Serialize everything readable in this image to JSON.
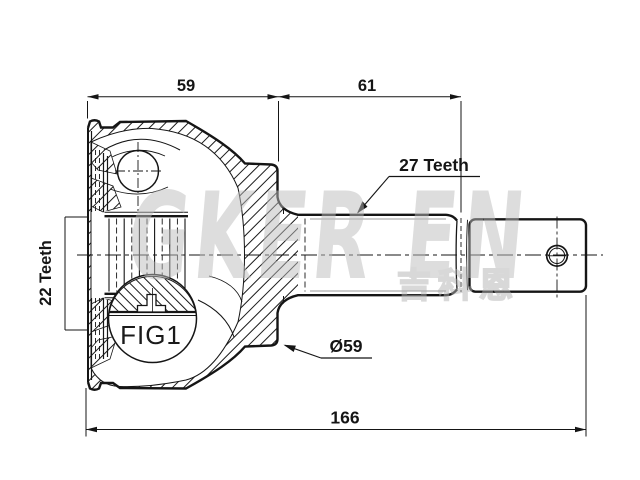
{
  "title": "CV joint technical drawing",
  "drawing": {
    "dimensions": {
      "left_width": "59",
      "right_width": "61",
      "overall_length": "166",
      "outer_diameter": "Ø59"
    },
    "labels": {
      "outer_spline": "27 Teeth",
      "inner_spline": "22 Teeth",
      "figure": "FIG1"
    },
    "watermark": {
      "brand": "GKER EN",
      "cjk": "吉科恩"
    },
    "colors": {
      "line": "#151515",
      "background": "#ffffff",
      "watermark": "#bcbcbc"
    }
  }
}
